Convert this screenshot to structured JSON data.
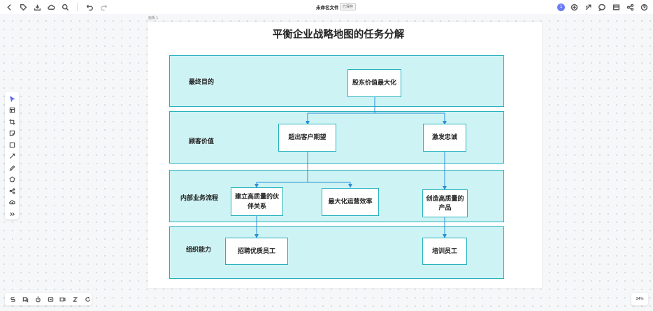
{
  "app": {
    "doc_title": "未命名文件",
    "doc_badge": "已保存",
    "avatar_initial": "1",
    "zoom_level": "34%",
    "accent_color": "#6b7cf6"
  },
  "toolbar_left_icons": [
    "back-icon",
    "tag-icon",
    "download-icon",
    "cloud-icon",
    "search-icon",
    "undo-icon",
    "redo-icon"
  ],
  "toolbar_right_icons": [
    "avatar",
    "add-icon",
    "present-icon",
    "comment-icon",
    "layout-icon",
    "share-icon",
    "help-icon"
  ],
  "palette_icons": [
    "select-icon",
    "frame-icon",
    "crop-icon",
    "sticky-note-icon",
    "rectangle-icon",
    "line-icon",
    "pen-icon",
    "shape-icon",
    "mindmap-icon",
    "upload-icon",
    "more-icon"
  ],
  "bottom_icons": [
    "template-icon",
    "chat-icon",
    "timer-icon",
    "card-icon",
    "video-icon",
    "zzz-icon",
    "refresh-icon"
  ],
  "frame": {
    "label": "画板 1"
  },
  "diagram": {
    "title": "平衡企业战略地图的任务分解",
    "colors": {
      "band_fill": "#cef3f4",
      "border": "#27b2be",
      "arrow": "#2a8fd6"
    },
    "bands": [
      {
        "label": "最终目的"
      },
      {
        "label": "顾客价值"
      },
      {
        "label": "内部业务流程"
      },
      {
        "label": "组织能力"
      }
    ],
    "nodes": {
      "shareholder_value": "股东价值最大化",
      "exceed_expectations": "超出客户期望",
      "inspire_loyalty": "激发忠诚",
      "partnership": "建立高质量的伙伴关系",
      "efficiency": "最大化运营效率",
      "quality_product": "创造高质量的产品",
      "recruit": "招聘优质员工",
      "train": "培训员工"
    }
  }
}
